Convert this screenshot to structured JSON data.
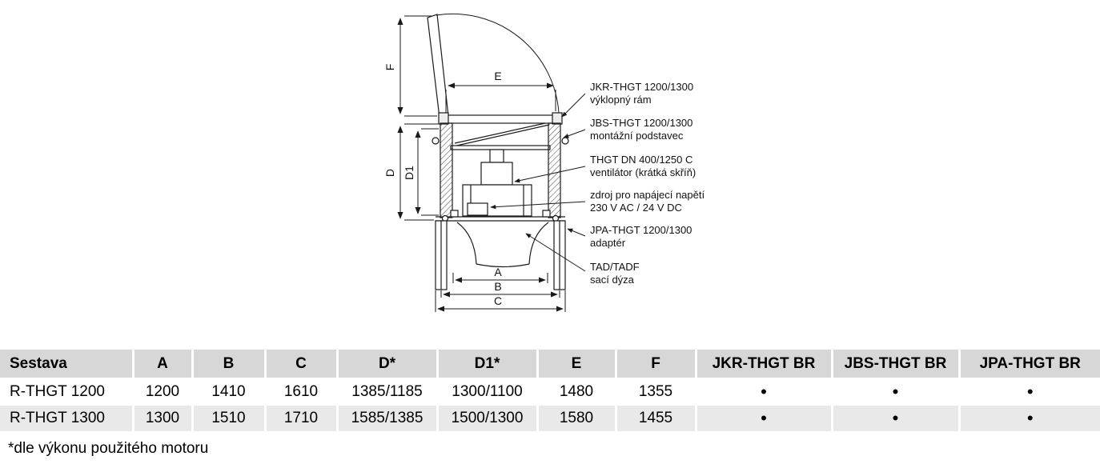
{
  "diagram": {
    "dims": {
      "A": "A",
      "B": "B",
      "C": "C",
      "D": "D",
      "D1": "D1",
      "E": "E",
      "F": "F"
    },
    "callouts": [
      {
        "line1": "JKR-THGT 1200/1300",
        "line2": "výklopný rám"
      },
      {
        "line1": "JBS-THGT 1200/1300",
        "line2": "montážní podstavec"
      },
      {
        "line1": "THGT DN 400/1250 C",
        "line2": "ventilátor (krátká skříň)"
      },
      {
        "line1": "zdroj pro napájecí napětí",
        "line2": "230 V AC / 24 V DC"
      },
      {
        "line1": "JPA-THGT 1200/1300",
        "line2": "adaptér"
      },
      {
        "line1": "TAD/TADF",
        "line2": "sací dýza"
      }
    ]
  },
  "table": {
    "headers": [
      "Sestava",
      "A",
      "B",
      "C",
      "D*",
      "D1*",
      "E",
      "F",
      "JKR-THGT BR",
      "JBS-THGT BR",
      "JPA-THGT BR"
    ],
    "rows": [
      [
        "R-THGT 1200",
        "1200",
        "1410",
        "1610",
        "1385/1185",
        "1300/1100",
        "1480",
        "1355",
        "•",
        "•",
        "•"
      ],
      [
        "R-THGT 1300",
        "1300",
        "1510",
        "1710",
        "1585/1385",
        "1500/1300",
        "1580",
        "1455",
        "•",
        "•",
        "•"
      ]
    ]
  },
  "footnote": "*dle výkonu použitého motoru",
  "colors": {
    "line": "#1a1a1a",
    "header_bg": "#d7d7d7",
    "row_alt_bg": "#e9e9e9"
  }
}
